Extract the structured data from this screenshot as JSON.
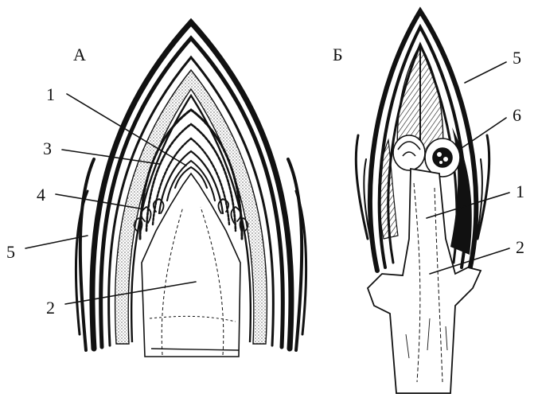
{
  "panels": [
    {
      "id": "A",
      "title": "А",
      "labels": [
        "1",
        "3",
        "4",
        "5",
        "2"
      ]
    },
    {
      "id": "B",
      "title": "Б",
      "labels": [
        "5",
        "6",
        "1",
        "2"
      ]
    }
  ],
  "colors": {
    "ink": "#111111",
    "paper": "#ffffff"
  }
}
